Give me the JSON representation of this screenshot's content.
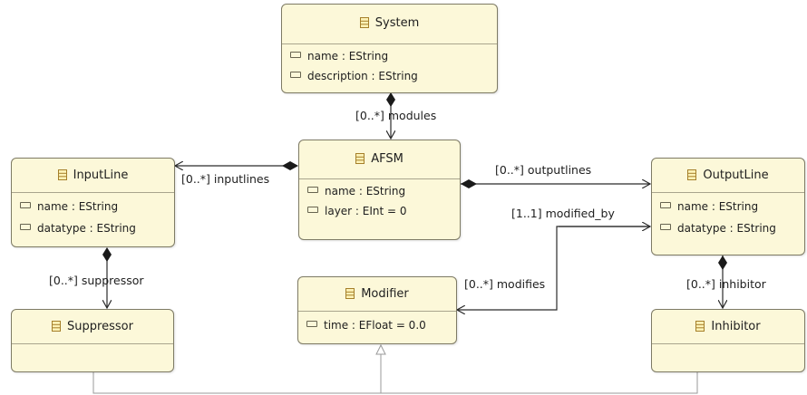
{
  "classes": {
    "system": {
      "name": "System",
      "attributes": [
        "name : EString",
        "description : EString"
      ]
    },
    "afsm": {
      "name": "AFSM",
      "attributes": [
        "name : EString",
        "layer : EInt = 0"
      ]
    },
    "inputline": {
      "name": "InputLine",
      "attributes": [
        "name : EString",
        "datatype : EString"
      ]
    },
    "outputline": {
      "name": "OutputLine",
      "attributes": [
        "name : EString",
        "datatype : EString"
      ]
    },
    "modifier": {
      "name": "Modifier",
      "attributes": [
        "time : EFloat = 0.0"
      ]
    },
    "suppressor": {
      "name": "Suppressor",
      "attributes": []
    },
    "inhibitor": {
      "name": "Inhibitor",
      "attributes": []
    }
  },
  "associations": {
    "modules": "[0..*] modules",
    "inputlines": "[0..*] inputlines",
    "outputlines": "[0..*] outputlines",
    "modified_by": "[1..1] modified_by",
    "modifies": "[0..*] modifies",
    "suppressor": "[0..*] suppressor",
    "inhibitor": "[0..*] inhibitor"
  },
  "icons": {
    "class": "class-icon",
    "attribute": "attribute-icon"
  },
  "colors": {
    "box_fill": "#fcf8d9",
    "box_border": "#7e7b65",
    "line": "#2b2b2b",
    "inheritance": "#9a9a9a"
  }
}
